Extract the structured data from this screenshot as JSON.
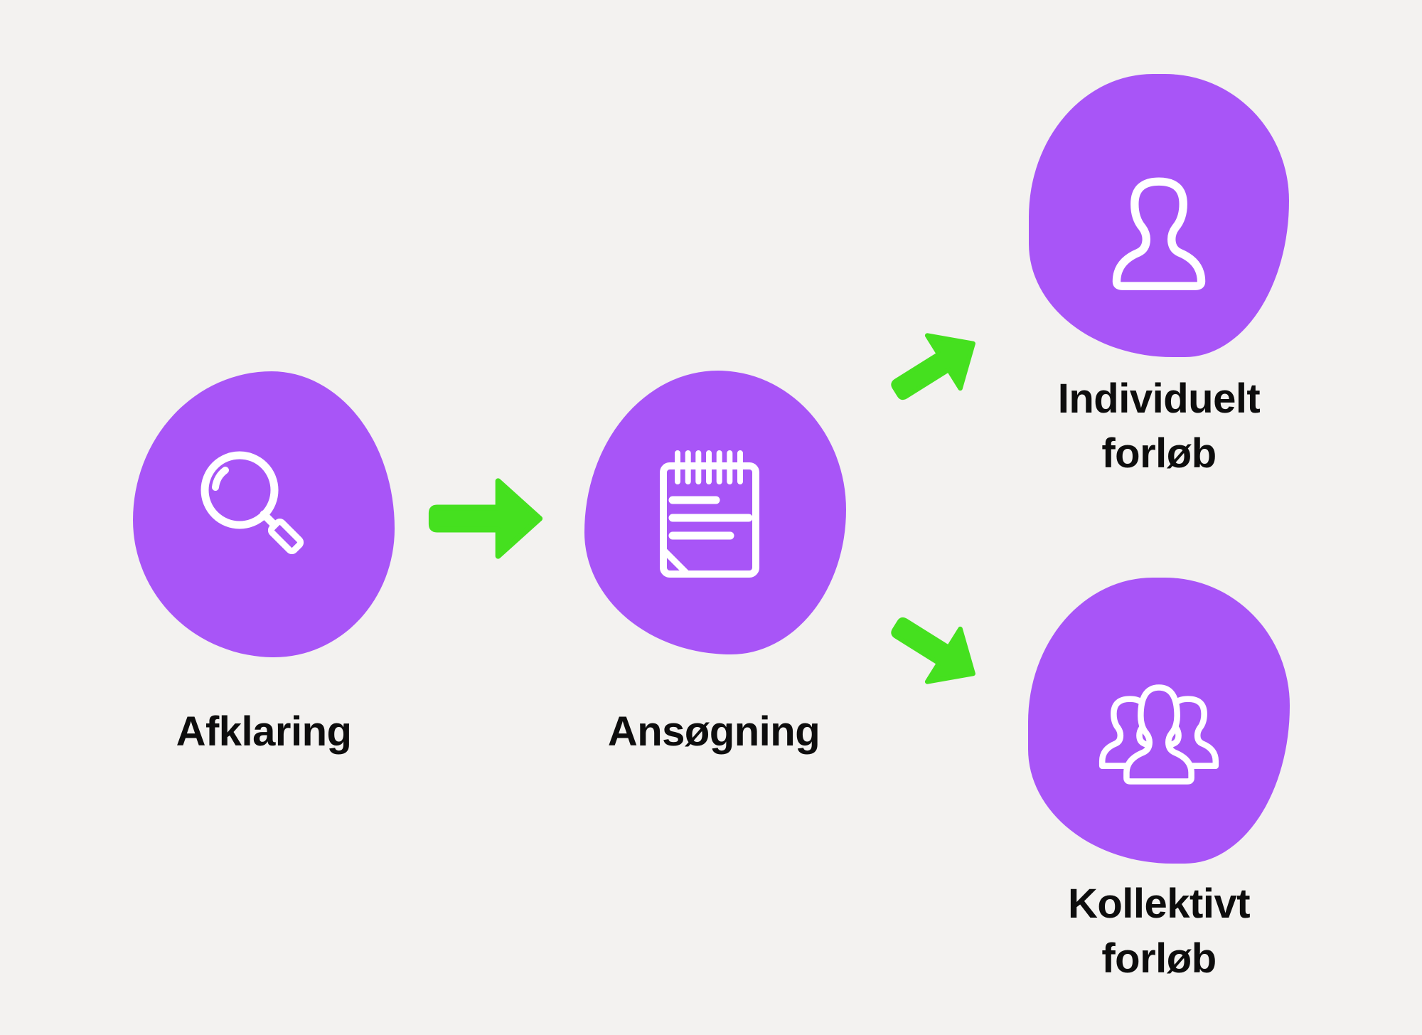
{
  "palette": {
    "background": "#F3F2F0",
    "bubble": "#A855F7",
    "arrow": "#45E01F",
    "label": "#0D0D0D",
    "icon_stroke": "#FFFFFF"
  },
  "diagram": {
    "steps": [
      {
        "id": "afklaring",
        "label": "Afklaring",
        "icon": "magnifier-icon"
      },
      {
        "id": "ansoegning",
        "label": "Ansøgning",
        "icon": "notepad-icon"
      },
      {
        "id": "individuelt-forloeb",
        "label": "Individuelt forløb",
        "icon": "person-icon"
      },
      {
        "id": "kollektivt-forloeb",
        "label": "Kollektivt forløb",
        "icon": "people-group-icon"
      }
    ],
    "connectors": [
      {
        "from": "afklaring",
        "to": "ansoegning",
        "icon": "arrow-right-icon"
      },
      {
        "from": "ansoegning",
        "to": "individuelt-forloeb",
        "icon": "arrow-up-right-icon"
      },
      {
        "from": "ansoegning",
        "to": "kollektivt-forloeb",
        "icon": "arrow-down-right-icon"
      }
    ]
  }
}
